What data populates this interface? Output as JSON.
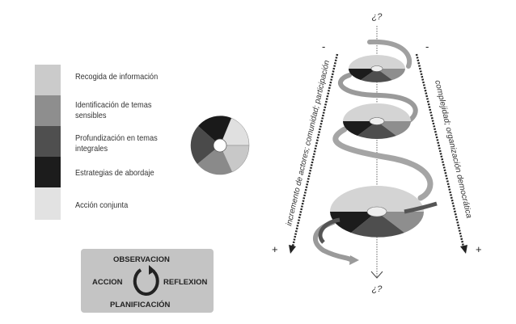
{
  "legend": {
    "items": [
      {
        "label": "Recogida de información",
        "color": "#cbcbcb"
      },
      {
        "label": "Identificación de temas sensibles",
        "color": "#8e8e8e"
      },
      {
        "label": "Profundización en temas integrales",
        "color": "#4f4f4f"
      },
      {
        "label": "Estrategias de abordaje",
        "color": "#1c1c1c"
      },
      {
        "label": "Acción conjunta",
        "color": "#e2e2e2"
      }
    ]
  },
  "cycle": {
    "top": "OBSERVACION",
    "right": "REFLEXION",
    "bottom": "PLANIFICACIÓN",
    "left": "ACCION"
  },
  "spiral": {
    "top_question": "¿?",
    "bottom_question": "¿?",
    "left_axis_label": "incremento de actores; comunidad; participación",
    "right_axis_label": "complejidad; organización democrática",
    "left_minus": "-",
    "right_minus": "-",
    "left_plus": "+",
    "right_plus": "+"
  }
}
